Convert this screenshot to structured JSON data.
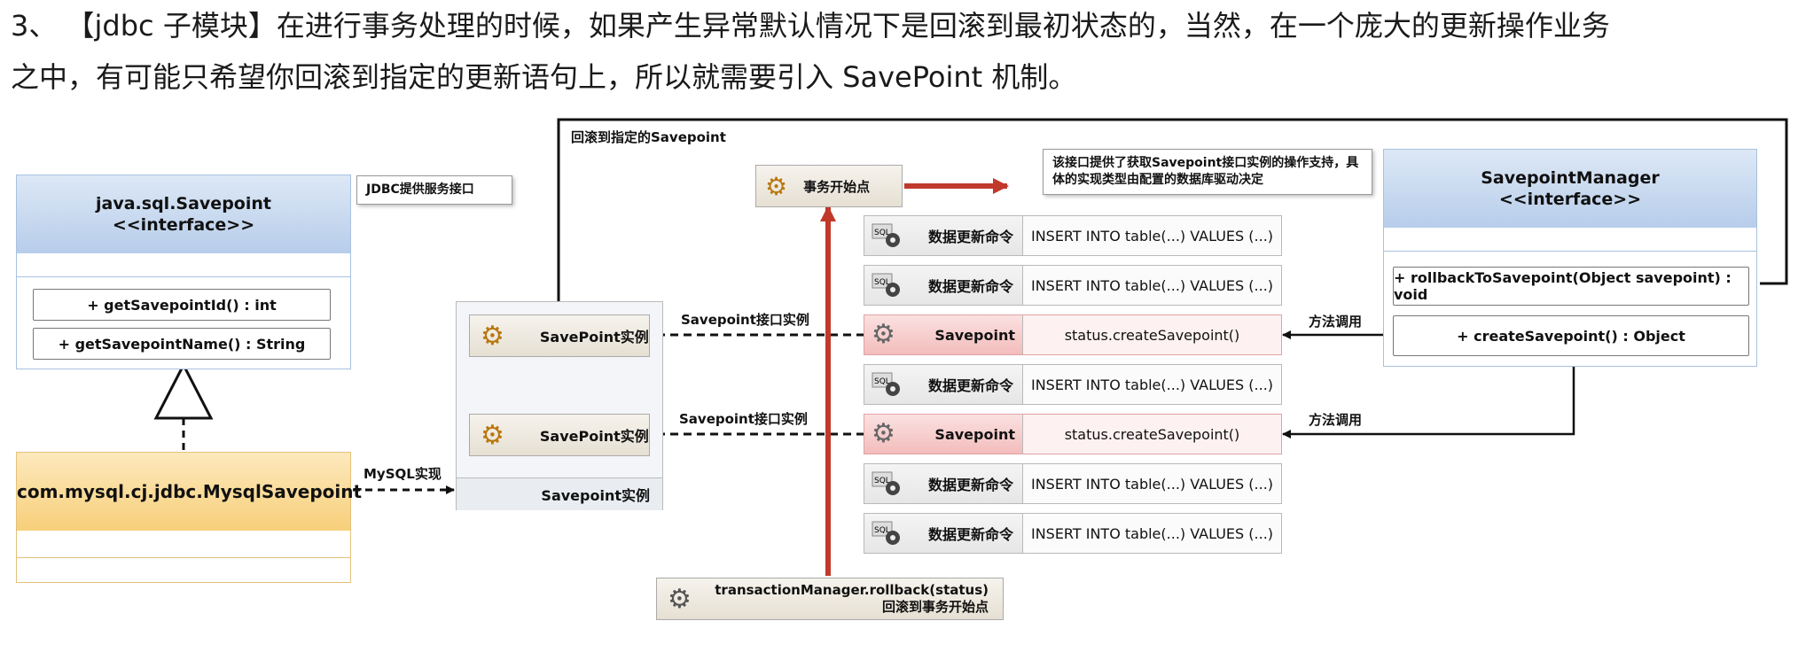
{
  "heading": {
    "line1": "3、   【jdbc 子模块】在进行事务处理的时候，如果产生异常默认情况下是回滚到最初状态的，当然，在一个庞大的更新操作业务",
    "line2": "之中，有可能只希望你回滚到指定的更新语句上，所以就需要引入 SavePoint 机制。"
  },
  "savepoint_iface": {
    "name": "java.sql.Savepoint",
    "stereotype": "<<interface>>",
    "methods": [
      "+ getSavepointId() : int",
      "+ getSavepointName() : String"
    ],
    "callout": "JDBC提供服务接口"
  },
  "mysql_savepoint": {
    "name": "com.mysql.cj.jdbc.MysqlSavepoint",
    "impl_label": "MySQL实现"
  },
  "instances": {
    "item1": "SavePoint实例",
    "item2": "SavePoint实例",
    "footer": "Savepoint实例",
    "arrow_label": "Savepoint接口实例"
  },
  "top_label": "回滚到指定的Savepoint",
  "tx_start": "事务开始点",
  "rollback": {
    "line1": "transactionManager.rollback(status)",
    "line2": "回滚到事务开始点"
  },
  "rows": [
    {
      "kind": "cmd",
      "label": "数据更新命令",
      "sql": "INSERT INTO table(...) VALUES (...)"
    },
    {
      "kind": "cmd",
      "label": "数据更新命令",
      "sql": "INSERT INTO table(...) VALUES (...)"
    },
    {
      "kind": "sp",
      "label": "Savepoint",
      "sql": "status.createSavepoint()"
    },
    {
      "kind": "cmd",
      "label": "数据更新命令",
      "sql": "INSERT INTO table(...) VALUES (...)"
    },
    {
      "kind": "sp",
      "label": "Savepoint",
      "sql": "status.createSavepoint()"
    },
    {
      "kind": "cmd",
      "label": "数据更新命令",
      "sql": "INSERT INTO table(...) VALUES (...)"
    },
    {
      "kind": "cmd",
      "label": "数据更新命令",
      "sql": "INSERT INTO table(...) VALUES (...)"
    }
  ],
  "manager": {
    "name": "SavepointManager",
    "stereotype": "<<interface>>",
    "methods": [
      "+ rollbackToSavepoint(Object savepoint) : void",
      "+ createSavepoint() : Object"
    ],
    "callout": "该接口提供了获取Savepoint接口实例的操作支持，具体的实现类型由配置的数据库驱动决定",
    "call_label": "方法调用"
  },
  "colors": {
    "red_arrow": "#c0392b",
    "uml_blue": "#b7cdea",
    "uml_orange": "#f7cf7a",
    "savepoint_pink": "#f3bcbc"
  }
}
